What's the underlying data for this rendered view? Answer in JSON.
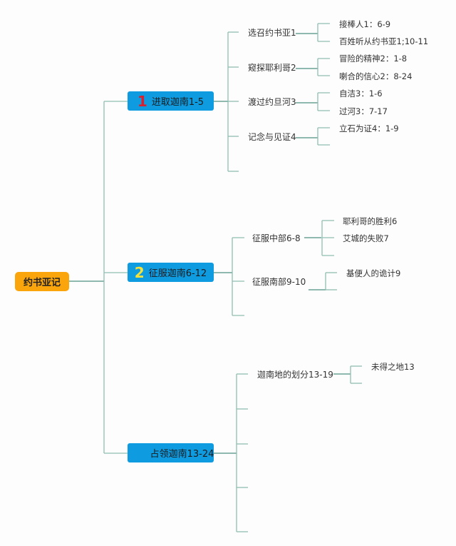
{
  "root": {
    "label": "约书亚记",
    "color": "#fba50c"
  },
  "branches": [
    {
      "number": "1",
      "number_color": "#d8202f",
      "label": "进取迦南1-5",
      "subtopics": [
        {
          "label": "选召约书亚1",
          "items": [
            "接棒人1：6-9",
            "百姓听从约书亚1;10-11"
          ]
        },
        {
          "label": "窥探耶利哥2",
          "items": [
            "冒险的精神2：1-8",
            "喇合的信心2：8-24"
          ]
        },
        {
          "label": "渡过约旦河3",
          "items": [
            "自洁3：1-6",
            "过河3：7-17"
          ]
        },
        {
          "label": "记念与见证4",
          "items": [
            "立石为证4：1-9",
            ""
          ]
        },
        {
          "label": "",
          "items": []
        }
      ]
    },
    {
      "number": "2",
      "number_color": "#f6e23a",
      "label": "征服迦南6-12",
      "subtopics": [
        {
          "label": "征服中部6-8",
          "items": [
            "耶利哥的胜利6",
            "艾城的失败7",
            ""
          ]
        },
        {
          "label": "征服南部9-10",
          "items": [
            "基便人的诡计9",
            ""
          ]
        },
        {
          "label": "",
          "items": []
        }
      ]
    },
    {
      "number": "",
      "number_color": "",
      "label": "占领迦南13-24",
      "subtopics": [
        {
          "label": "迦南地的划分13-19",
          "items": [
            "未得之地13",
            ""
          ]
        },
        {
          "label": "",
          "items": []
        },
        {
          "label": "",
          "items": []
        },
        {
          "label": "",
          "items": []
        },
        {
          "label": "",
          "items": []
        }
      ]
    }
  ],
  "colors": {
    "node_fill": "#0e9be0",
    "connector": "#8fbfb3",
    "connector_dark": "#4e8f7f"
  }
}
